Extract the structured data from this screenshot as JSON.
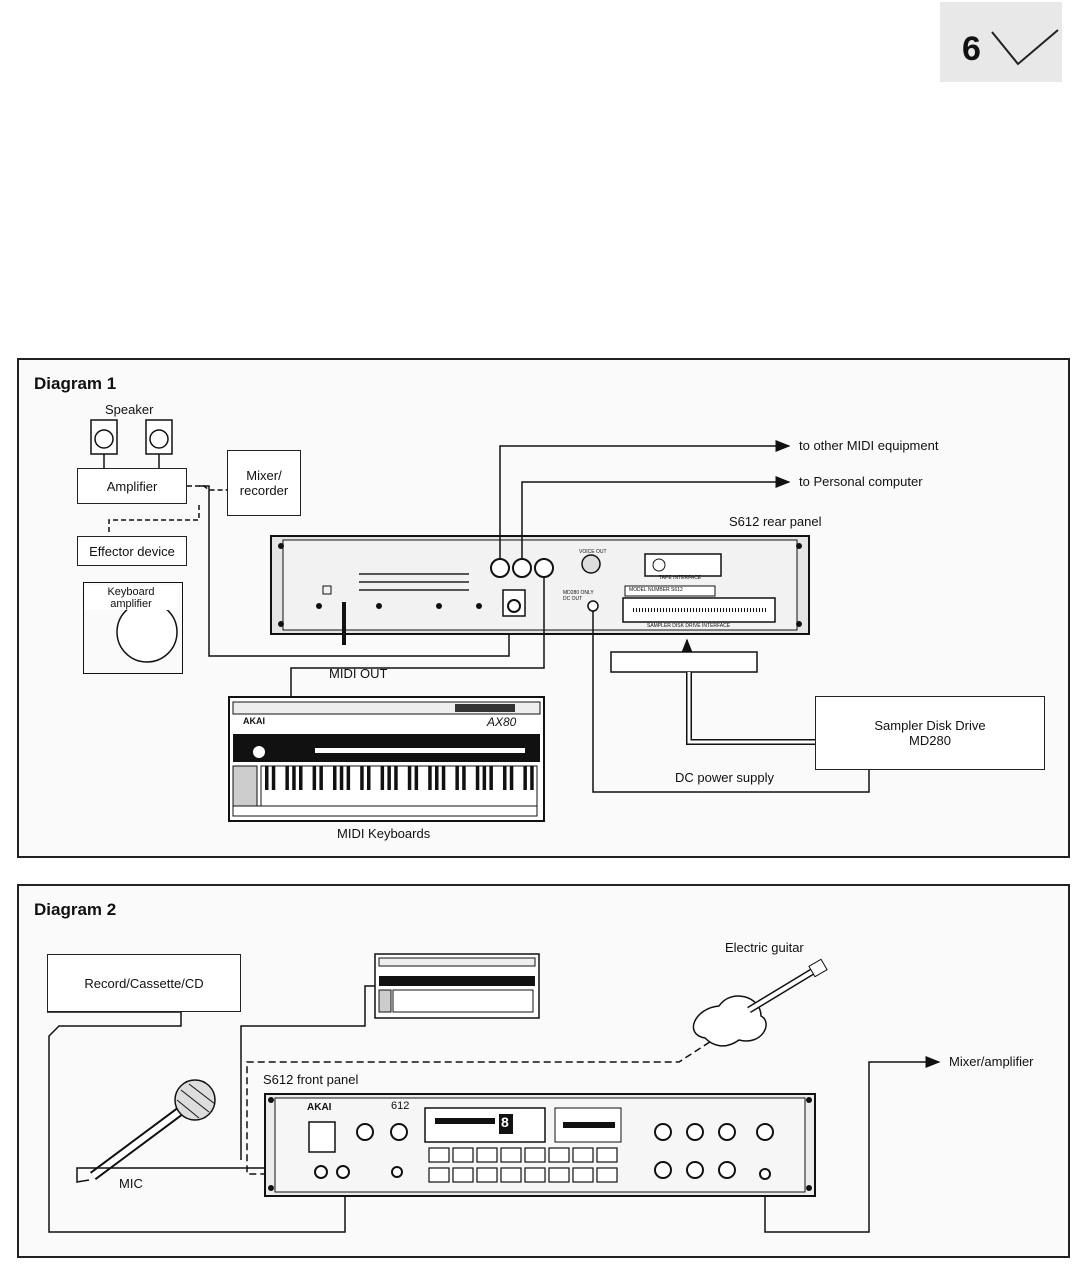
{
  "page": {
    "number": "6"
  },
  "diagram1": {
    "title": "Diagram 1",
    "speaker_label": "Speaker",
    "amplifier_label": "Amplifier",
    "mixer_label": "Mixer/\nrecorder",
    "effector_label": "Effector device",
    "keyboard_amp_label": "Keyboard\namplifier",
    "rear_panel_label": "S612 rear panel",
    "to_midi_label": "to other MIDI equipment",
    "to_pc_label": "to Personal computer",
    "midi_out_label": "MIDI OUT",
    "midi_keyboards_label": "MIDI Keyboards",
    "disk_drive_label": "Sampler Disk Drive\nMD280",
    "dc_supply_label": "DC power supply",
    "keyboard_brand": "AKAI",
    "keyboard_model": "AX80",
    "rear_tape_label": "TAPE INTERFACE",
    "rear_model_label": "MODEL NUMBER S612",
    "rear_disk_label": "SAMPLER DISK DRIVE INTERFACE",
    "rear_voice_out": "VOICE OUT",
    "rear_dc_out": "MD280 ONLY\nDC OUT"
  },
  "diagram2": {
    "title": "Diagram 2",
    "record_label": "Record/Cassette/CD",
    "guitar_label": "Electric guitar",
    "mixer_amp_label": "Mixer/amplifier",
    "front_panel_label": "S612 front panel",
    "mic_label": "MIC",
    "front_brand": "AKAI",
    "front_model": "612",
    "front_display": "8"
  },
  "colors": {
    "ink": "#111111",
    "panel_bg": "#fafafa",
    "badge_bg": "#e8e8e8"
  }
}
